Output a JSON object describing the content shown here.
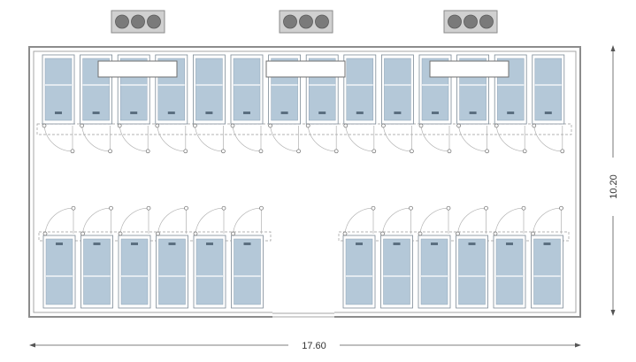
{
  "plan": {
    "width_label": "17.60",
    "height_label": "10.20",
    "colors": {
      "wall": "#8c8c8c",
      "door_glass": "#b4c8d8",
      "door_frame": "#7d8a96",
      "unit_fill": "#d0d0d0",
      "fan": "#7a7a7a",
      "dimension_line": "#555555"
    }
  },
  "condensers": [
    {
      "fans": 3
    },
    {
      "fans": 3
    },
    {
      "fans": 3
    }
  ],
  "evaporators_top": [
    {
      "id": "evap-1"
    },
    {
      "id": "evap-2"
    },
    {
      "id": "evap-3"
    }
  ],
  "top_row_doors": 14,
  "bottom_left_doors": 6,
  "bottom_right_doors": 6
}
